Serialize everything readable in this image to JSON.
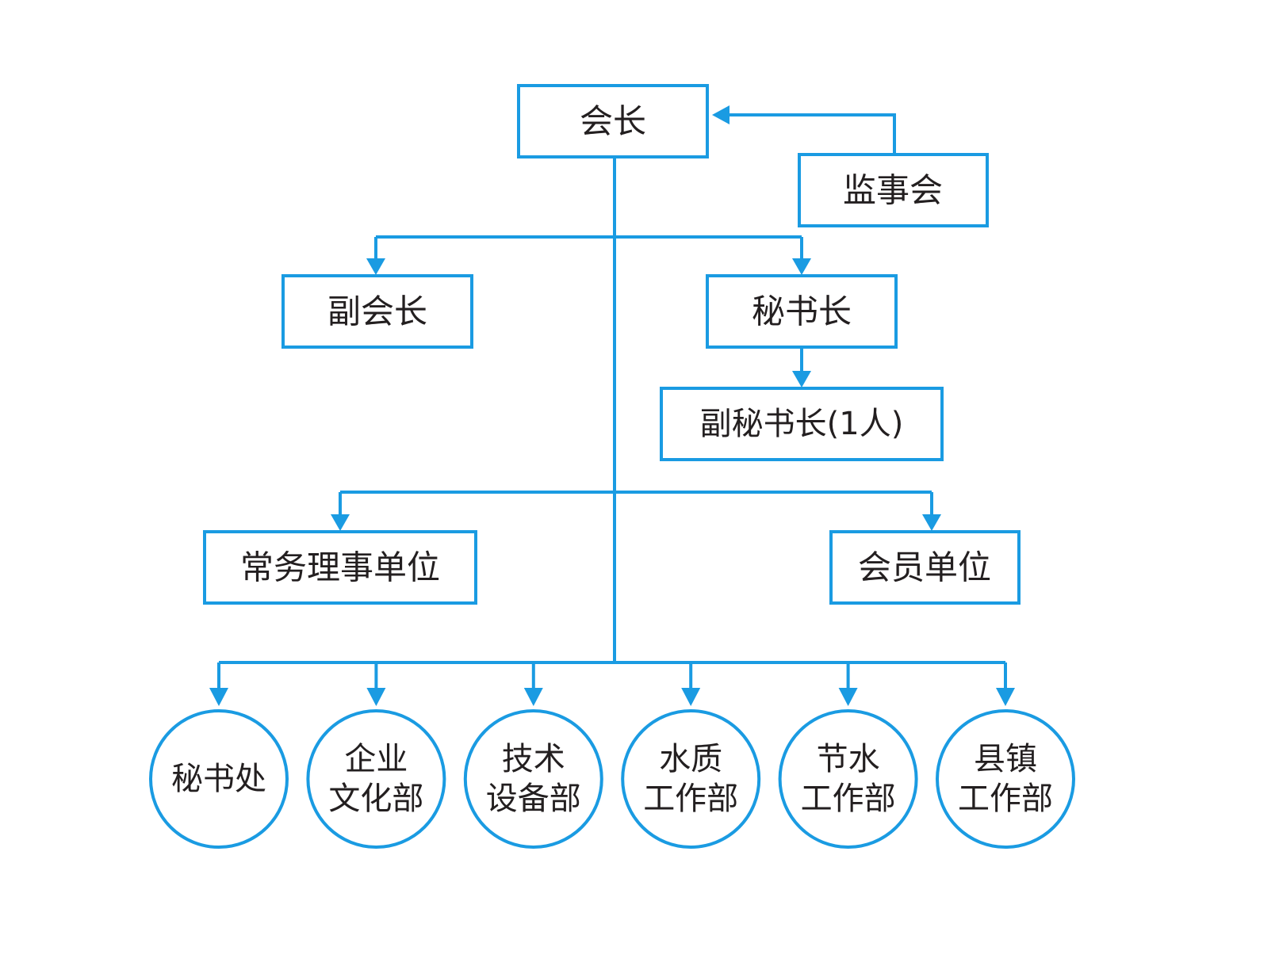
{
  "colors": {
    "line": "#1a9be2",
    "text": "#231f20",
    "background": "#ffffff"
  },
  "nodes": {
    "president": "会长",
    "supervisory_board": "监事会",
    "vice_president": "副会长",
    "secretary_general": "秘书长",
    "deputy_secretary_general": "副秘书长(1人)",
    "executive_council_units": "常务理事单位",
    "member_units": "会员单位"
  },
  "departments": [
    {
      "lines": [
        "秘书处"
      ]
    },
    {
      "lines": [
        "企业",
        "文化部"
      ]
    },
    {
      "lines": [
        "技术",
        "设备部"
      ]
    },
    {
      "lines": [
        "水质",
        "工作部"
      ]
    },
    {
      "lines": [
        "节水",
        "工作部"
      ]
    },
    {
      "lines": [
        "县镇",
        "工作部"
      ]
    }
  ]
}
